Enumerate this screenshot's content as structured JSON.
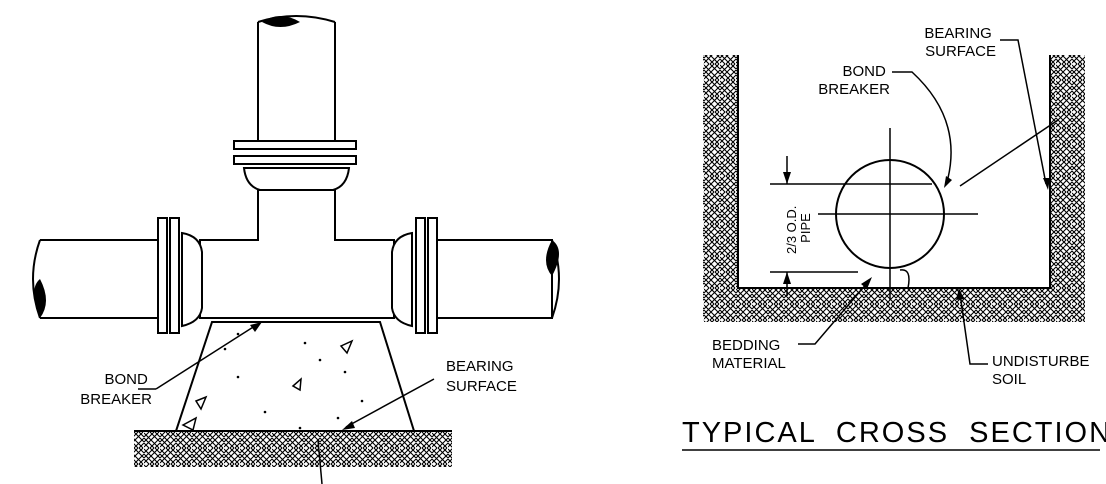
{
  "left_detail": {
    "bond_breaker_line1": "BOND",
    "bond_breaker_line2": "BREAKER",
    "bearing_surface_line1": "BEARING",
    "bearing_surface_line2": "SURFACE"
  },
  "cross_section": {
    "title": "TYPICAL  CROSS  SECTION",
    "bond_breaker_line1": "BOND",
    "bond_breaker_line2": "BREAKER",
    "bearing_surface_line1": "BEARING",
    "bearing_surface_line2": "SURFACE",
    "dim_line1": "2/3 O.D.",
    "dim_line2": "PIPE",
    "bedding_line1": "BEDDING",
    "bedding_line2": "MATERIAL",
    "soil_line1": "UNDISTURBE",
    "soil_line2": "SOIL"
  }
}
